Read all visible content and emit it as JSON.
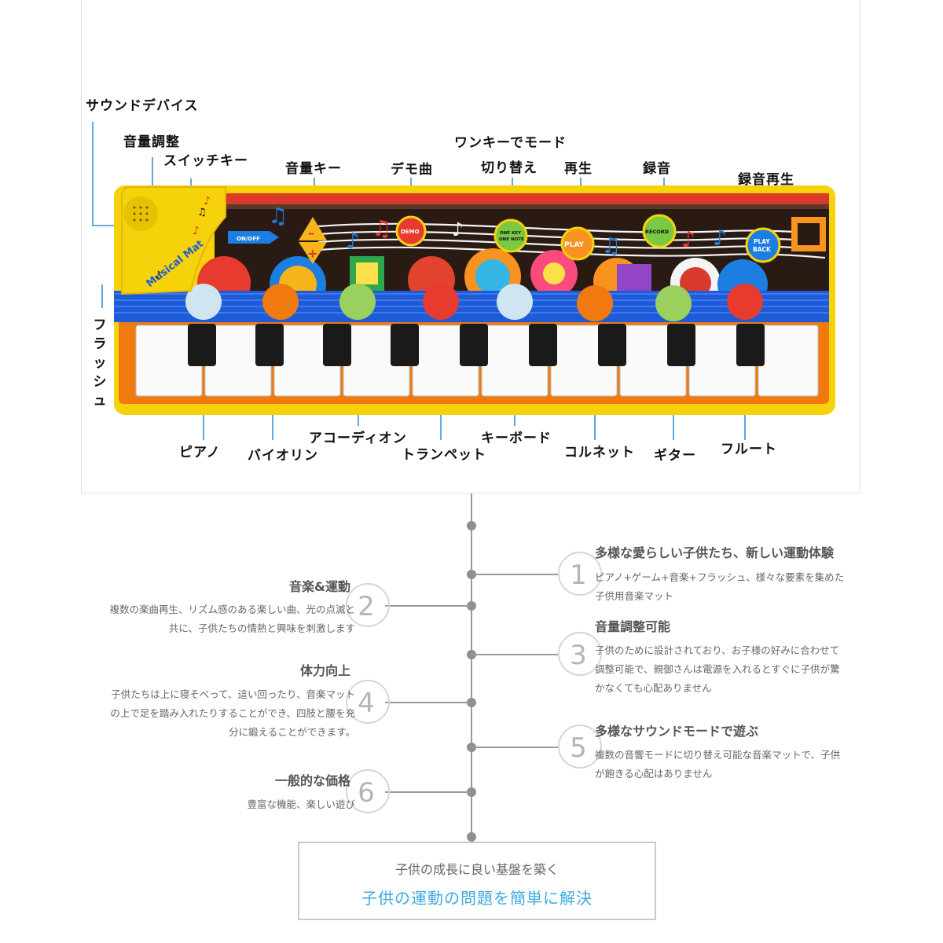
{
  "labels": {
    "sound_device": "サウンドデバイス",
    "volume_adjust": "音量調整",
    "switch_key": "スイッチキー",
    "volume_key": "音量キー",
    "demo_song": "デモ曲",
    "one_key_line1": "ワンキーでモード",
    "one_key_line2": "切り替え",
    "play": "再生",
    "record": "録音",
    "record_play": "録音再生",
    "flash": "フラッシュ",
    "piano": "ピアノ",
    "violin": "バイオリン",
    "accordion": "アコーディオン",
    "trumpet": "トランペット",
    "keyboard": "キーボード",
    "cornet": "コルネット",
    "guitar": "ギター",
    "flute": "フルート"
  },
  "mat": {
    "brand": "Musical Mat",
    "btn_onoff": "ON/OFF",
    "btn_demo": "DEMO",
    "btn_one_key_1": "ONE KEY",
    "btn_one_key_2": "ONE NOTE",
    "btn_play": "PLAY",
    "btn_record": "RECORD",
    "btn_playback_1": "PLAY",
    "btn_playback_2": "BACK"
  },
  "features": [
    {
      "num": "1",
      "title": "多様な愛らしい子供たち、新しい運動体験",
      "desc1": "ピアノ+ゲーム+音楽+フラッシュ、様々な要素を集めた",
      "desc2": "子供用音楽マット",
      "desc3": ""
    },
    {
      "num": "2",
      "title": "音楽&運動",
      "desc1": "複数の楽曲再生、リズム感のある楽しい曲、光の点滅と",
      "desc2": "共に、子供たちの情熱と興味を刺激します",
      "desc3": ""
    },
    {
      "num": "3",
      "title": "音量調整可能",
      "desc1": "子供のために設計されており、お子様の好みに合わせて",
      "desc2": "調整可能で、親御さんは電源を入れるとすぐに子供が驚",
      "desc3": "かなくても心配ありません"
    },
    {
      "num": "4",
      "title": "体力向上",
      "desc1": "子供たちは上に寝そべって、這い回ったり、音楽マット",
      "desc2": "の上で足を踏み入れたりすることができ、四肢と腰を充",
      "desc3": "分に鍛えることができます。"
    },
    {
      "num": "5",
      "title": "多様なサウンドモードで遊ぶ",
      "desc1": "複数の音響モードに切り替え可能な音楽マットで、子供",
      "desc2": "が飽きる心配はありません",
      "desc3": ""
    },
    {
      "num": "6",
      "title": "一般的な価格",
      "desc1": "豊富な機能、楽しい遊び",
      "desc2": "",
      "desc3": ""
    }
  ],
  "summary": {
    "line1": "子供の成長に良い基盤を築く",
    "line2": "子供の運動の問題を簡単に解決"
  },
  "colors": {
    "mat_yellow": "#f5d20a",
    "mat_orange": "#f07a10",
    "mat_blue": "#1e5bd8",
    "accent_blue": "#3fa9e0",
    "leader_blue": "#3b8fd8"
  }
}
